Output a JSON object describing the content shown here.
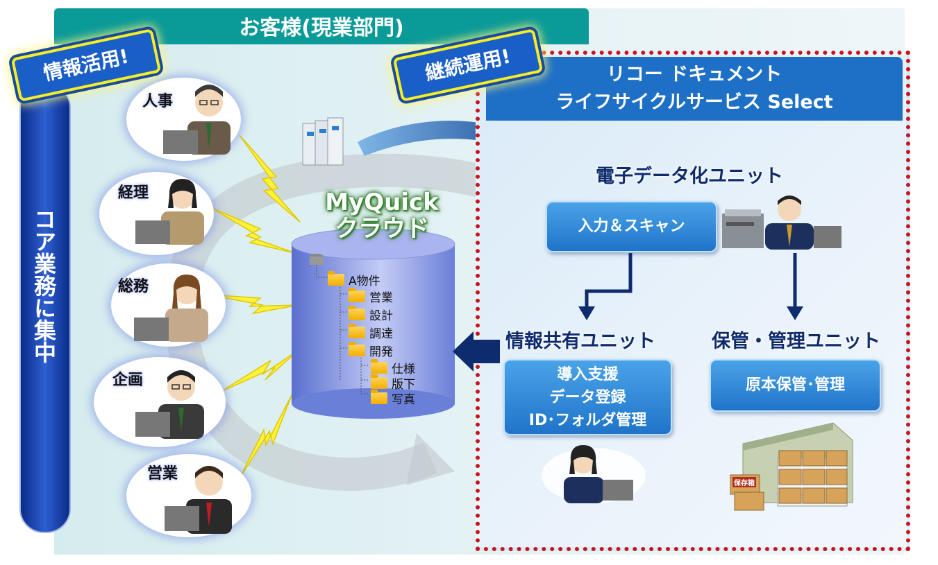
{
  "customer": {
    "title": "お客様(現業部門)"
  },
  "badges": {
    "info_use": "情報活用!",
    "continuous_ops": "継続運用!"
  },
  "core_business": "コア業務に集中",
  "departments": [
    "人事",
    "経理",
    "総務",
    "企画",
    "営業"
  ],
  "cloud": {
    "title_line1": "MyQuick",
    "title_line2": "クラウド",
    "tree": {
      "root": "A物件",
      "children": [
        "営業",
        "設計",
        "調達",
        "開発"
      ],
      "grandchildren": [
        "仕様",
        "版下",
        "写真"
      ]
    }
  },
  "service": {
    "title_line1": "リコー ドキュメント",
    "title_line2": "ライフサイクルサービス Select"
  },
  "units": {
    "digitize": {
      "title": "電子データ化ユニット",
      "box": "入力＆スキャン"
    },
    "share": {
      "title": "情報共有ユニット",
      "box_lines": [
        "導入支援",
        "データ登録",
        "ID･フォルダ管理"
      ]
    },
    "storage": {
      "title": "保管・管理ユニット",
      "box": "原本保管･管理"
    }
  },
  "storage_boxes": {
    "label": "保存箱"
  },
  "colors": {
    "customer_header": "#0a9a98",
    "service_header": "#1e6fc6",
    "dotted_border": "#c8141e",
    "badge_border": "#f6ee25",
    "unit_box": "#1f74c9"
  }
}
